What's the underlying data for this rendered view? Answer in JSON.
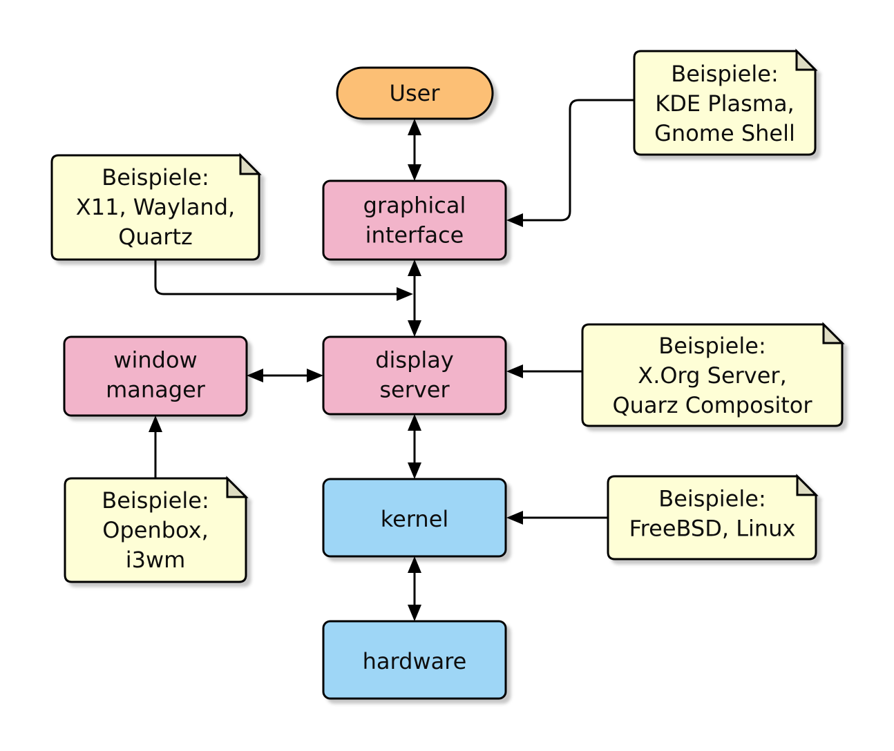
{
  "nodes": {
    "user": {
      "lines": [
        "User"
      ],
      "color": "#fcbf75"
    },
    "graphical_interface": {
      "lines": [
        "graphical",
        "interface"
      ],
      "color": "#f2b4ca"
    },
    "display_server": {
      "lines": [
        "display",
        "server"
      ],
      "color": "#f2b4ca"
    },
    "window_manager": {
      "lines": [
        "window",
        "manager"
      ],
      "color": "#f2b4ca"
    },
    "kernel": {
      "lines": [
        "kernel"
      ],
      "color": "#9ed6f6"
    },
    "hardware": {
      "lines": [
        "hardware"
      ],
      "color": "#9ed6f6"
    }
  },
  "notes": {
    "desktop_examples": {
      "lines": [
        "Beispiele:",
        "KDE Plasma,",
        "Gnome Shell"
      ]
    },
    "protocol_examples": {
      "lines": [
        "Beispiele:",
        "X11, Wayland,",
        "Quartz"
      ]
    },
    "server_examples": {
      "lines": [
        "Beispiele:",
        "X.Org Server,",
        "Quarz Compositor"
      ]
    },
    "kernel_examples": {
      "lines": [
        "Beispiele:",
        "FreeBSD, Linux"
      ]
    },
    "wm_examples": {
      "lines": [
        "Beispiele:",
        "Openbox,",
        "i3wm"
      ]
    }
  },
  "colors": {
    "note_fill": "#fefed6",
    "note_fold": "#dedcc2",
    "shadow": "#d4d4d4",
    "stroke": "#000000"
  }
}
